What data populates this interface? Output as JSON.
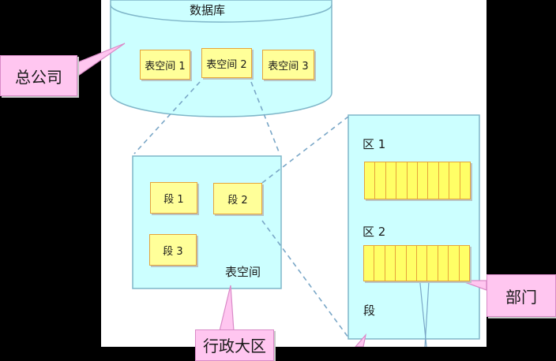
{
  "diagram": {
    "database_title": "数据库",
    "tablespaces": [
      "表空间 1",
      "表空间 2",
      "表空间 3"
    ],
    "segments": [
      "段 1",
      "段 2",
      "段 3"
    ],
    "tablespace_label": "表空间",
    "extent_labels": [
      "区 1",
      "区 2"
    ],
    "segment_label": "段",
    "extent_cell_count": 10
  },
  "callouts": {
    "company": "总公司",
    "department": "部门",
    "division": "行政大区"
  },
  "colors": {
    "cyan_fill": "#ccffff",
    "cyan_stroke": "#7fb6c9",
    "yellow_fill": "#ffff99",
    "orange_stroke": "#e6a43a",
    "pink_fill": "#ffc6f0",
    "dashed_line": "#7aa7c7"
  }
}
